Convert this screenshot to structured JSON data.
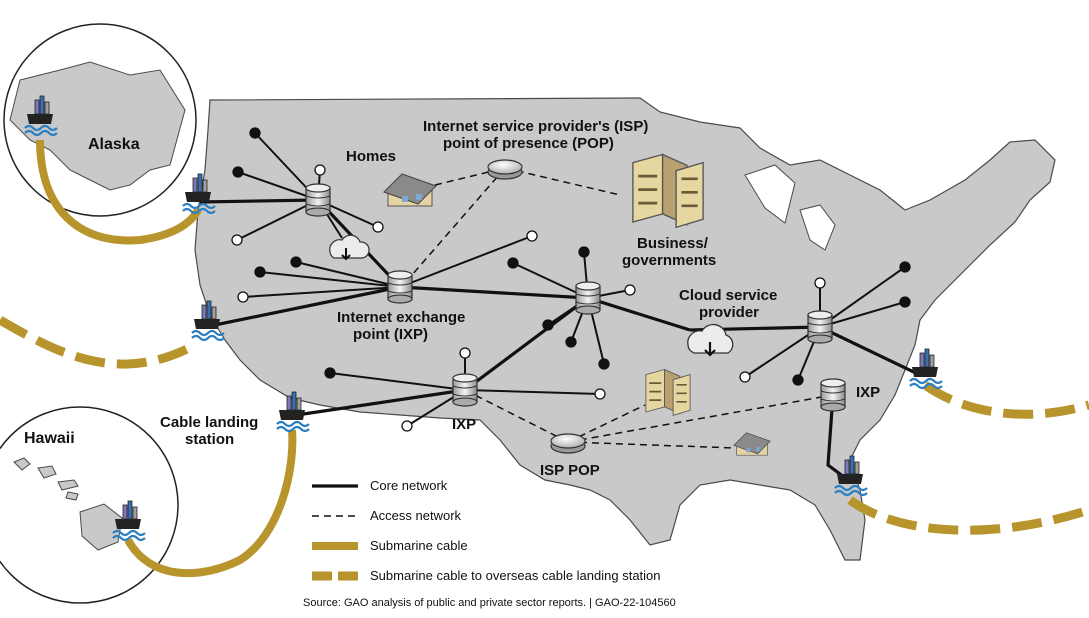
{
  "colors": {
    "land": "#c9c9c9",
    "land_stroke": "#4a4a4a",
    "core": "#111111",
    "submarine": "#b8952c",
    "node_fill": "#d8d8d8",
    "building": "#d9c48c",
    "water": "#2a7fc0"
  },
  "labels": {
    "alaska": "Alaska",
    "hawaii": "Hawaii",
    "homes": "Homes",
    "isp_pop_line1": "Internet service provider's (ISP)",
    "isp_pop_line2": "point of presence (POP)",
    "business_line1": "Business/",
    "business_line2": "governments",
    "ixp_line1": "Internet exchange",
    "ixp_line2": "point (IXP)",
    "cloud_line1": "Cloud service",
    "cloud_line2": "provider",
    "ixp_center": "IXP",
    "ixp_east": "IXP",
    "isp_pop": "ISP POP",
    "cable_line1": "Cable landing",
    "cable_line2": "station"
  },
  "legend": {
    "core": "Core network",
    "access": "Access network",
    "submarine": "Submarine cable",
    "overseas": "Submarine cable to overseas cable landing station"
  },
  "source": "Source: GAO analysis of public and private sector reports.  |  GAO-22-104560",
  "icons": [
    "server-node-icon",
    "cloud-icon",
    "house-icon",
    "office-building-icon",
    "cable-landing-station-icon",
    "endpoint-dot-icon"
  ]
}
